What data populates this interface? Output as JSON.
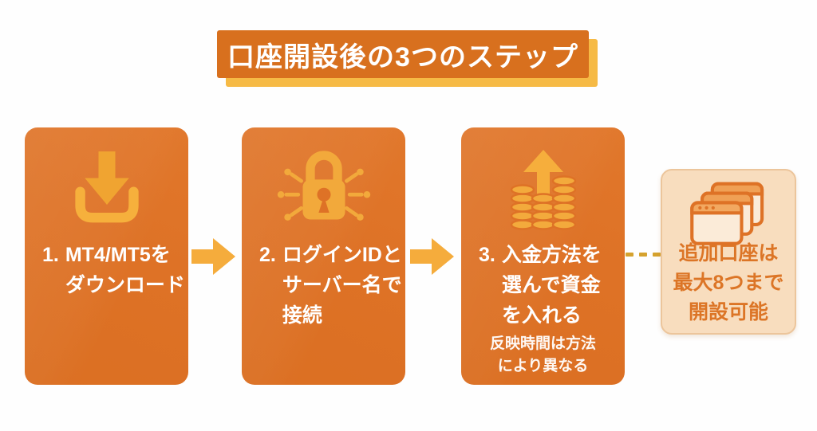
{
  "title": {
    "text": "口座開設後の3つのステップ"
  },
  "steps": [
    {
      "number": "1.",
      "lines": [
        "MT4/MT5を",
        "ダウンロード"
      ],
      "icon": "download-icon"
    },
    {
      "number": "2.",
      "lines": [
        "ログインIDと",
        "サーバー名で",
        "接続"
      ],
      "icon": "lock-circuit-icon"
    },
    {
      "number": "3.",
      "lines": [
        "入金方法を",
        "選んで資金",
        "を入れる"
      ],
      "note_lines": [
        "反映時間は方法",
        "により異なる"
      ],
      "icon": "coins-up-arrow-icon"
    }
  ],
  "side_card": {
    "lines": [
      "追加口座は",
      "最大8つまで",
      "開設可能"
    ],
    "icon": "stacked-windows-icon"
  },
  "colors": {
    "card_orange": "#de7226",
    "banner_orange": "#d8701e",
    "banner_shadow_amber": "#f6ba45",
    "icon_amber": "#f3a93a",
    "arrow_amber": "#f5ac3c",
    "dash_gold": "#d5a22e",
    "side_card_bg": "#f8ddbe",
    "side_card_text": "#dc7526",
    "step_text": "#ffffff"
  }
}
